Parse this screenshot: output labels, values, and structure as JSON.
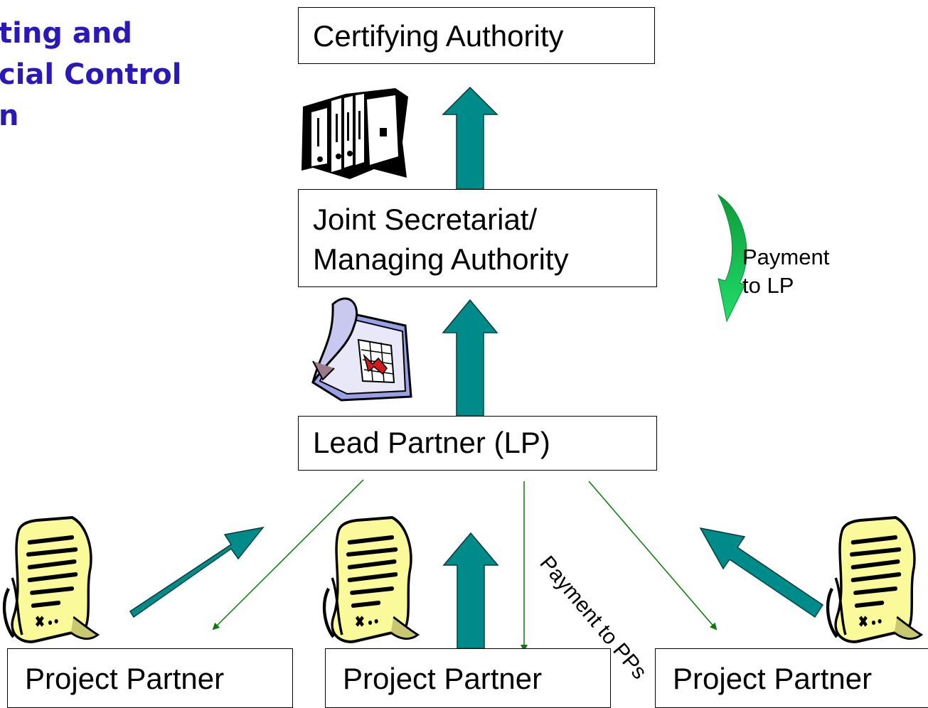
{
  "title": {
    "lines": [
      "ting and",
      "cial Control",
      "n"
    ],
    "color": "#2a18b8"
  },
  "boxes": {
    "certifying": "Certifying Authority",
    "joint_line1": "Joint Secretariat/",
    "joint_line2": "Managing Authority",
    "lead": "Lead Partner (LP)",
    "pp_left": "Project Partner",
    "pp_center": "Project Partner",
    "pp_right": "Project Partner"
  },
  "labels": {
    "payment_lp_line1": "Payment",
    "payment_lp_line2": "to LP",
    "payment_pps": "Payment to PPs"
  },
  "colors": {
    "report_arrow": "#008b8b",
    "payment_arrow": "#0a7a0a",
    "payment_curve": "#12b04a",
    "box_border": "#000000"
  },
  "icons": {
    "binders": "binders-icon",
    "report": "report-document-icon",
    "receipt": "receipt-scroll-icon"
  }
}
